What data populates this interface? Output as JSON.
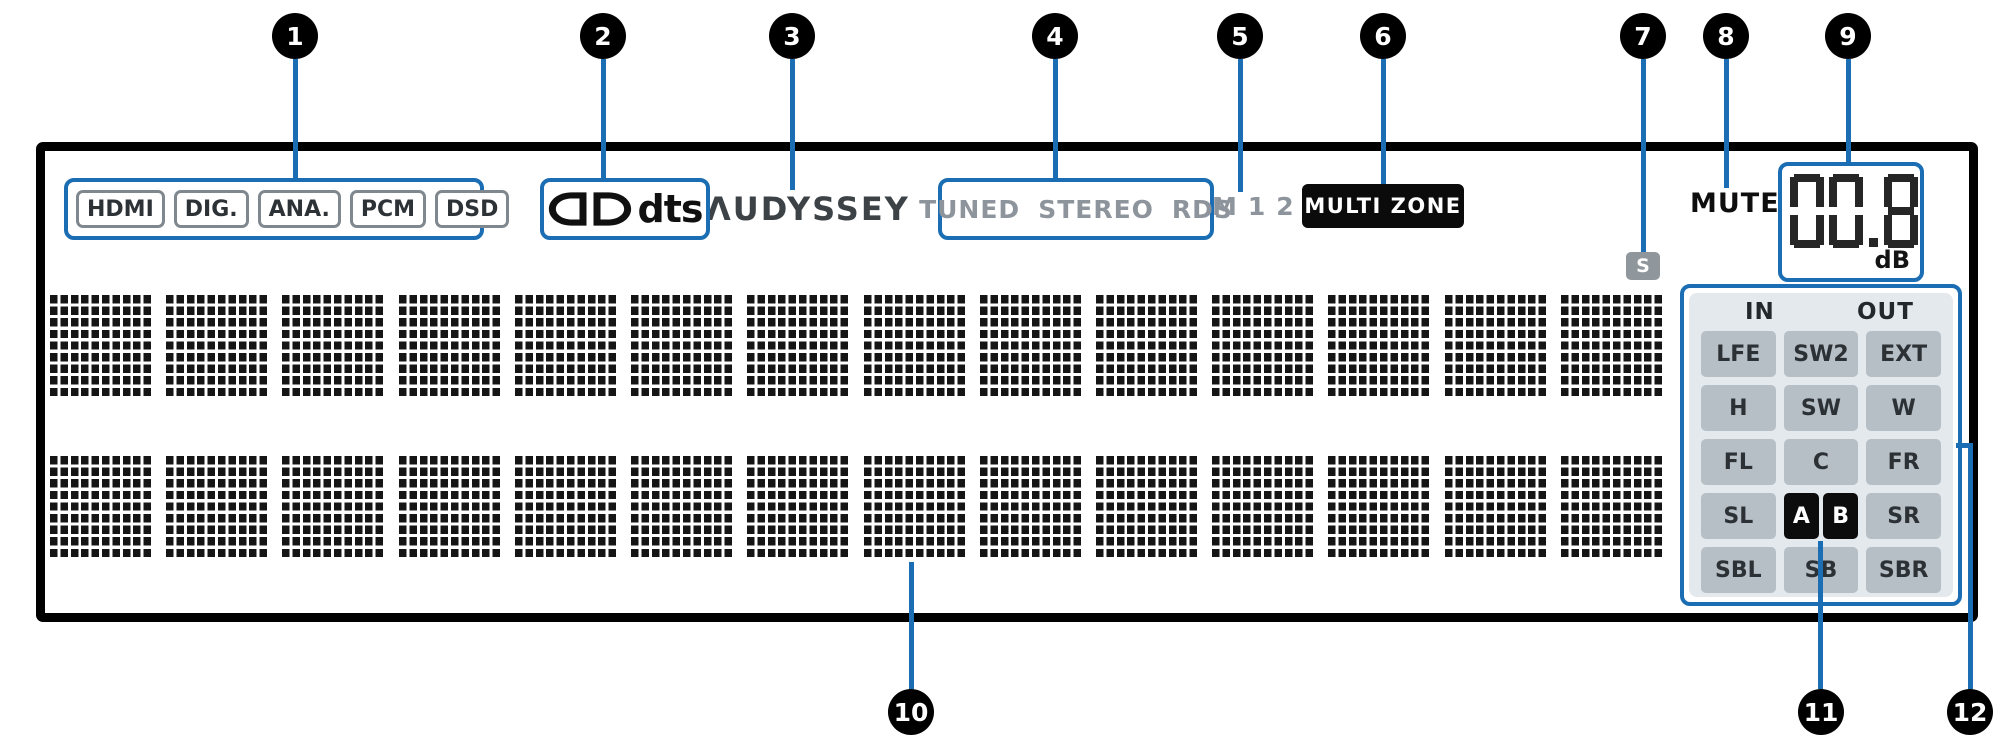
{
  "callouts": [
    "1",
    "2",
    "3",
    "4",
    "5",
    "6",
    "7",
    "8",
    "9",
    "10",
    "11",
    "12"
  ],
  "display": {
    "input_indicators": [
      "HDMI",
      "DIG.",
      "ANA.",
      "PCM",
      "DSD"
    ],
    "logos": {
      "dolby": "dolby-double-d-icon",
      "dts": "dts"
    },
    "audyssey": "ΛUDYSSEY",
    "tuner_indicators": [
      "TUNED",
      "STEREO",
      "RDS"
    ],
    "memory_indicators": [
      "M",
      "1",
      "2"
    ],
    "multi_zone": "MULTI ZONE",
    "sleep_indicator": "S",
    "mute": "MUTE",
    "volume": {
      "value": "00.8",
      "unit": "dB"
    },
    "matrix": {
      "rows": 2,
      "columns": 14
    },
    "channels": {
      "headers": [
        "IN",
        "OUT"
      ],
      "grid": [
        [
          "LFE",
          "SW2",
          "EXT"
        ],
        [
          "H",
          "SW",
          "W"
        ],
        [
          "FL",
          "C",
          "FR"
        ],
        [
          "SL",
          "AB",
          "SR"
        ],
        [
          "SBL",
          "SB",
          "SBR"
        ]
      ],
      "ab": [
        "A",
        "B"
      ]
    }
  },
  "colors": {
    "callout_blue": "#1c6eb4",
    "indicator_gray": "#8d949b",
    "panel_black": "#000000",
    "channel_panel_bg": "#e3e9ed"
  }
}
